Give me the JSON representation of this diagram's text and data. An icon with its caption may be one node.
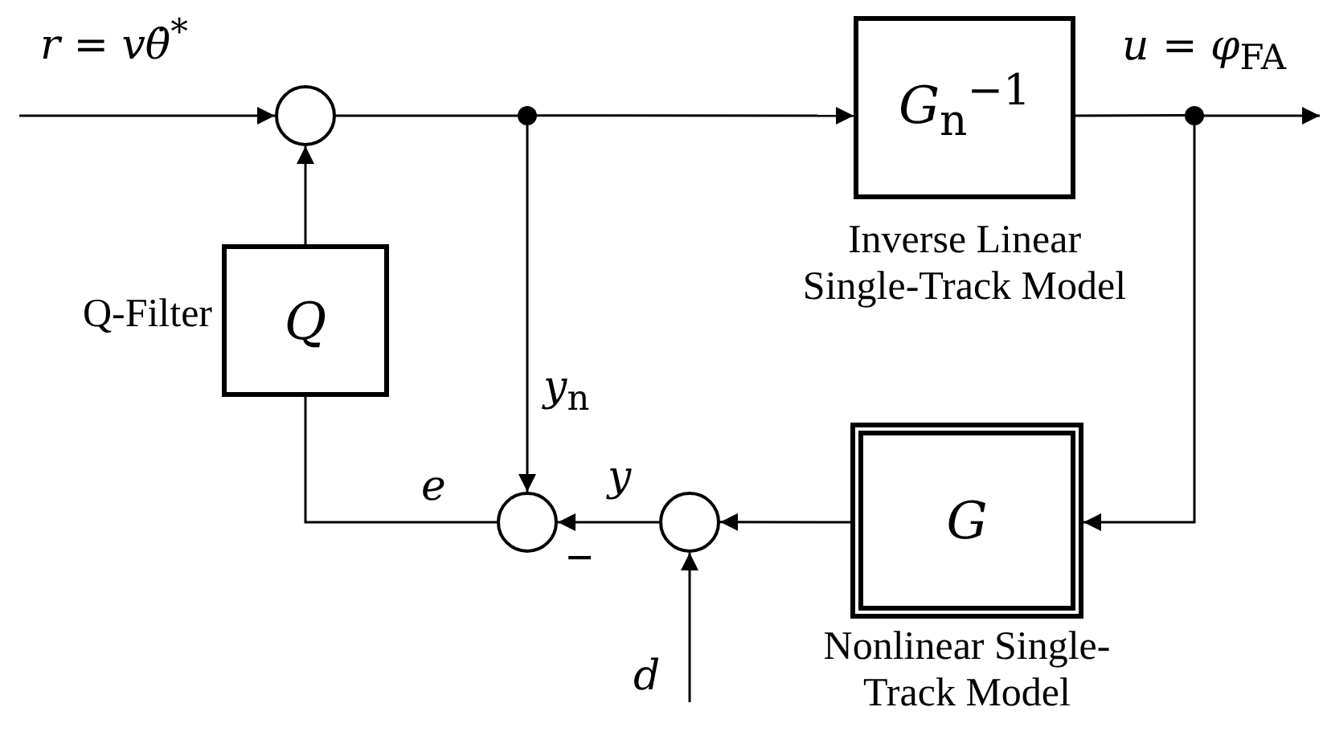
{
  "diagram": {
    "nodes": [
      {
        "text": [],
        "shape": "circle"
      },
      {
        "text": [],
        "shape": "circle"
      },
      {
        "text": [
          "G$_{n}$$^{−1}$"
        ],
        "beside": [
          "Inverse Linear Single-Track Model"
        ]
      },
      {
        "text": [],
        "shape": "circle"
      },
      {
        "text": [
          "Q"
        ],
        "beside": [
          "Q-Filter"
        ]
      },
      {
        "text": [
          "G"
        ],
        "beside": [
          "Nonlinear Single-Track Model"
        ]
      },
      {
        "text": [],
        "shape": "circle"
      },
      {
        "text": [],
        "shape": "circle"
      }
    ],
    "edges": [
      {
        "from": null,
        "to": 0,
        "arrow": "to",
        "label": "r = vθ̇$^{*}$"
      },
      {
        "from": 0,
        "to": 1,
        "arrow": "none"
      },
      {
        "from": 1,
        "to": 2,
        "arrow": "to"
      },
      {
        "from": 2,
        "to": 3,
        "arrow": "none"
      },
      {
        "from": 3,
        "to": null,
        "arrow": "to",
        "label": "u = φ$_{FA}$"
      },
      {
        "from": 4,
        "to": 0,
        "arrow": "to"
      },
      {
        "from": 1,
        "to": 6,
        "arrow": "to",
        "label": "y$_{n}$"
      },
      {
        "from": 3,
        "to": 5,
        "arrow": "to"
      },
      {
        "from": 5,
        "to": 7,
        "arrow": "to"
      },
      {
        "from": 7,
        "to": 6,
        "arrow": "to",
        "label": "y"
      },
      {
        "from": 6,
        "to": 4,
        "arrow": "none",
        "label": "e"
      },
      {
        "from": null,
        "to": 7,
        "arrow": "to",
        "label": "d"
      }
    ],
    "labels": [
      "−"
    ]
  }
}
